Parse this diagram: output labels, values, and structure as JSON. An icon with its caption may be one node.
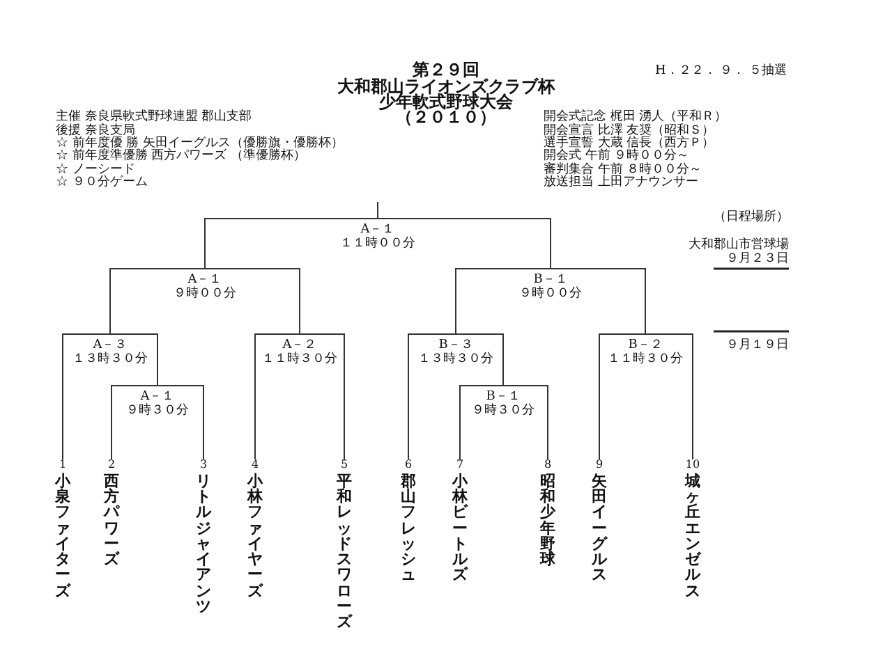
{
  "diagram": {
    "nodes": [
      {
        "text": [
          "A－１",
          "１１時００分"
        ]
      },
      {
        "text": [
          "A－１",
          "９時００分"
        ]
      },
      {
        "text": [
          "B－１",
          "９時００分"
        ]
      },
      {
        "text": [
          "A－３",
          "１３時３０分"
        ]
      },
      {
        "text": [
          "A－２",
          "１１時３０分"
        ]
      },
      {
        "text": [
          "B－３",
          "１３時３０分"
        ]
      },
      {
        "text": [
          "B－２",
          "１１時３０分"
        ]
      },
      {
        "text": [
          "A－１",
          "９時３０分"
        ]
      },
      {
        "text": [
          "B－１",
          "９時３０分"
        ]
      },
      {
        "text": [
          "1",
          "小泉ファイターズ"
        ]
      },
      {
        "text": [
          "2",
          "西方パワーズ"
        ]
      },
      {
        "text": [
          "3",
          "リトルジャイアンツ"
        ]
      },
      {
        "text": [
          "4",
          "小林ファイヤーズ"
        ]
      },
      {
        "text": [
          "5",
          "平和レッドスワローズ"
        ]
      },
      {
        "text": [
          "6",
          "郡山フレッシュ"
        ]
      },
      {
        "text": [
          "7",
          "小林ビートルズ"
        ]
      },
      {
        "text": [
          "8",
          "昭和少年野球"
        ]
      },
      {
        "text": [
          "9",
          "矢田イーグルス"
        ]
      },
      {
        "text": [
          "10",
          "城ヶ丘エンゼルス"
        ]
      }
    ],
    "edges": [
      {
        "from": 1,
        "to": 0,
        "arrow": "none"
      },
      {
        "from": 2,
        "to": 0,
        "arrow": "none"
      },
      {
        "from": 3,
        "to": 1,
        "arrow": "none"
      },
      {
        "from": 4,
        "to": 1,
        "arrow": "none"
      },
      {
        "from": 5,
        "to": 2,
        "arrow": "none"
      },
      {
        "from": 6,
        "to": 2,
        "arrow": "none"
      },
      {
        "from": 9,
        "to": 3,
        "arrow": "none"
      },
      {
        "from": 7,
        "to": 3,
        "arrow": "none"
      },
      {
        "from": 10,
        "to": 7,
        "arrow": "none"
      },
      {
        "from": 11,
        "to": 7,
        "arrow": "none"
      },
      {
        "from": 12,
        "to": 4,
        "arrow": "none"
      },
      {
        "from": 13,
        "to": 4,
        "arrow": "none"
      },
      {
        "from": 14,
        "to": 5,
        "arrow": "none"
      },
      {
        "from": 8,
        "to": 5,
        "arrow": "none"
      },
      {
        "from": 15,
        "to": 8,
        "arrow": "none"
      },
      {
        "from": 16,
        "to": 8,
        "arrow": "none"
      },
      {
        "from": 17,
        "to": 6,
        "arrow": "none"
      },
      {
        "from": 18,
        "to": 6,
        "arrow": "none"
      },
      {
        "from": 0,
        "to": null,
        "arrow": "none"
      }
    ],
    "labels": [
      "第２９回",
      "大和郡山ライオンズクラブ杯",
      "少年軟式野球大会",
      "（２０１０）",
      "H．２２． ９． ５抽選",
      "主催 奈良県軟式野球連盟 郡山支部",
      "後援 奈良支局",
      "☆ 前年度優 勝 矢田イーグルス（優勝旗・優勝杯）",
      "☆ 前年度準優勝 西方パワーズ （準優勝杯）",
      "☆ ノーシード",
      "☆ ９０分ゲーム",
      "開会式記念 梶田 湧人（平和Ｒ）",
      "開会宣言 比澤 友奨（昭和Ｓ）",
      "選手宣誓 大蔵 信長（西方Ｐ）",
      "開会式 午前 ９時００分～",
      "審判集合 午前 ８時００分～",
      "放送担当 上田アナウンサー",
      "（日程場所）",
      "大和郡山市営球場",
      "９月２３日",
      "９月１９日"
    ]
  }
}
